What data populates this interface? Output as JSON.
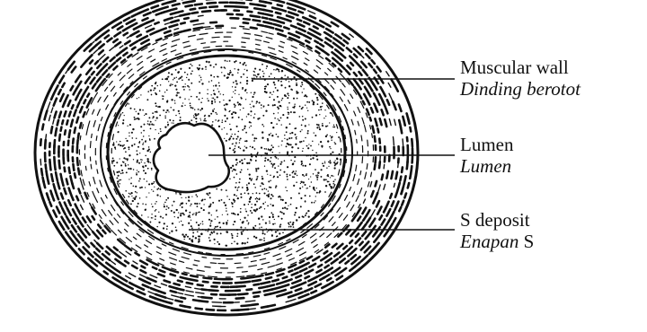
{
  "labels": [
    {
      "en": "Muscular wall",
      "ms": "Dinding berotot"
    },
    {
      "en": "Lumen",
      "ms": "Lumen"
    },
    {
      "en": "S deposit",
      "ms_italic": "Enapan",
      "ms_plain": "S"
    }
  ],
  "colors": {
    "ink": "#111111",
    "background": "#ffffff"
  }
}
